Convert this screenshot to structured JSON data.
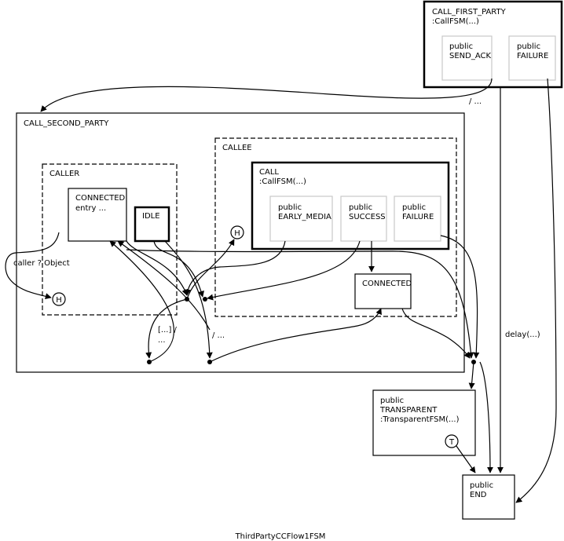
{
  "states": {
    "call_first_party": {
      "name": "CALL_FIRST_PARTY",
      "type": ":CallFSM(...)"
    },
    "send_ack": {
      "visibility": "public",
      "name": "SEND_ACK"
    },
    "first_failure": {
      "visibility": "public",
      "name": "FAILURE"
    },
    "call_second_party": {
      "name": "CALL_SECOND_PARTY"
    },
    "callee": {
      "name": "CALLEE"
    },
    "call": {
      "name": "CALL",
      "type": ":CallFSM(...)"
    },
    "early_media": {
      "visibility": "public",
      "name": "EARLY_MEDIA"
    },
    "success": {
      "visibility": "public",
      "name": "SUCCESS"
    },
    "call_failure": {
      "visibility": "public",
      "name": "FAILURE"
    },
    "callee_connected": {
      "name": "CONNECTED"
    },
    "caller": {
      "name": "CALLER"
    },
    "caller_connected": {
      "name": "CONNECTED",
      "action": "entry ..."
    },
    "idle": {
      "name": "IDLE"
    },
    "transparent": {
      "visibility": "public",
      "name": "TRANSPARENT",
      "type": ":TransparentFSM(...)"
    },
    "end": {
      "visibility": "public",
      "name": "END"
    }
  },
  "pseudostates": {
    "history_callee": "H",
    "history_caller": "H",
    "terminate": "T"
  },
  "labels": {
    "send_ack_edge": "/ ...",
    "caller_object": "caller ? Object",
    "guard_line1": "[...] /",
    "guard_line2": "...",
    "slash_edge": "/ ...",
    "delay": "delay(...)"
  },
  "diagram_title": "ThirdPartyCCFlow1FSM"
}
